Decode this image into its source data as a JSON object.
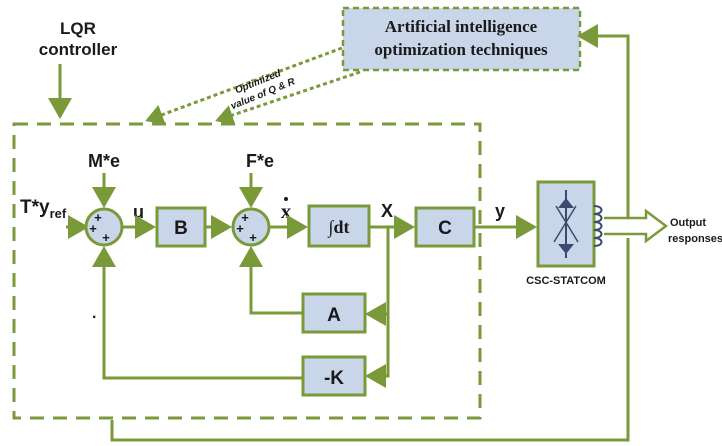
{
  "labels": {
    "lqr_line1": "LQR",
    "lqr_line2": "controller",
    "ai_line1": "Artificial intelligence",
    "ai_line2": "optimization techniques",
    "optimized_line1": "Optimized",
    "optimized_line2": "value of Q & R",
    "me": "M*e",
    "fe": "F*e",
    "t_yref_main": "T*y",
    "t_yref_sub": "ref",
    "u": "u",
    "xdot": "x",
    "x": "X",
    "y": "y",
    "output_line1": "Output",
    "output_line2": "responses",
    "csc_statcom": "CSC-STATCOM",
    "dot": "."
  },
  "blocks": {
    "b": "B",
    "integrator": "∫dt",
    "c": "C",
    "a": "A",
    "k": "-K"
  },
  "signs": {
    "plus": "+"
  },
  "colors": {
    "wire": "#7a9a3a",
    "block_fill": "#c9d6ea",
    "dashed_border": "#7a9a3a",
    "text": "#1a1a1a"
  }
}
